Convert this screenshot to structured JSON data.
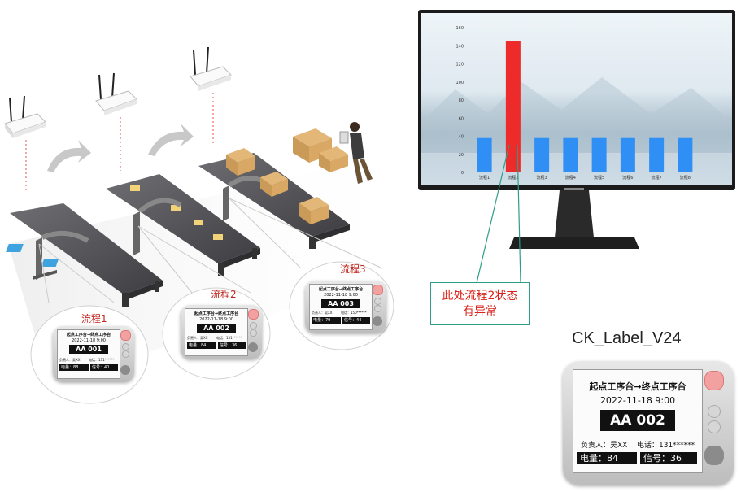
{
  "monitor_chart": {
    "chart_data": {
      "type": "bar",
      "categories": [
        "流程1",
        "流程2",
        "流程3",
        "流程4",
        "流程5",
        "流程6",
        "流程7",
        "流程8"
      ],
      "values": [
        38,
        145,
        38,
        38,
        38,
        38,
        38,
        38
      ],
      "ylim": [
        0,
        160
      ],
      "yticks": [
        0,
        20,
        40,
        60,
        80,
        100,
        120,
        140,
        160
      ],
      "colors": {
        "normal": "#2f8ff5",
        "highlight": "#ee2b2b"
      },
      "highlight_index": 1
    }
  },
  "flows": [
    {
      "label": "流程1"
    },
    {
      "label": "流程2"
    },
    {
      "label": "流程3"
    }
  ],
  "callout": {
    "line1": "此处流程2状态",
    "line2": "有异常"
  },
  "device_model": "CK_Label_V24",
  "labels": {
    "small1": {
      "route": "起点工序台→终点工序台",
      "datetime": "2022-11-18 9:00",
      "code": "AA 001",
      "owner": "负责人：吴XX",
      "phone": "电话：131******",
      "battery": "电量：88",
      "signal": "信号：40"
    },
    "small2": {
      "route": "起点工序台→终点工序台",
      "datetime": "2022-11-18 9:00",
      "code": "AA 002",
      "owner": "负责人：吴XX",
      "phone": "电话：131******",
      "battery": "电量：84",
      "signal": "信号：36"
    },
    "small3": {
      "route": "起点工序台→终点工序台",
      "datetime": "2022-11-18 9:00",
      "code": "AA 003",
      "owner": "负责人：吴XX",
      "phone": "电话：150******",
      "battery": "电量：79",
      "signal": "信号：44"
    },
    "large": {
      "route": "起点工序台→终点工序台",
      "datetime": "2022-11-18 9:00",
      "code": "AA 002",
      "owner": "负责人：吴XX",
      "phone": "电话：131******",
      "battery": "电量：84",
      "signal": "信号：36"
    }
  },
  "icons": [
    "wifi-router-icon",
    "conveyor-belt-icon",
    "robot-arm-icon",
    "cardboard-box-icon",
    "worker-icon",
    "arrow-icon",
    "monitor-icon"
  ]
}
